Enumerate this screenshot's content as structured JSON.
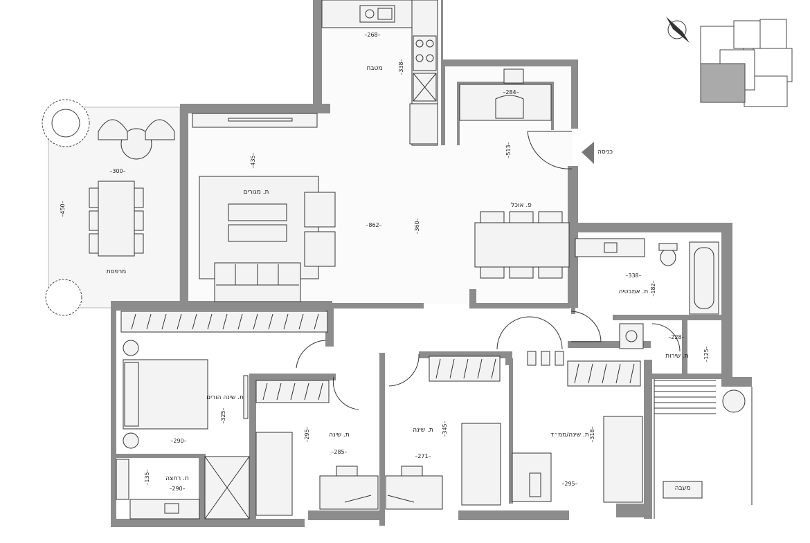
{
  "rooms": {
    "kitchen": "מטבח",
    "living": "ת. מגורים",
    "balcony": "מרפסת",
    "dining": "פ. אוכל",
    "bath": "ת. אמבטיה",
    "service": "ת. שירות",
    "master": "ת. שינה הורים",
    "shower": "ת. רחצה",
    "bedroom1": "ת. שינה",
    "bedroom2": "ת. שינה",
    "mamad": "ת. שינה/ממ״ד",
    "passage": "מעבה",
    "entrance": "כניסה"
  },
  "dims": {
    "kitchen_w": "268",
    "kitchen_h": "338",
    "entry_w": "284",
    "entry_h": "513",
    "balcony_w": "300",
    "balcony_h": "450",
    "living_top": "435",
    "living_len": "862",
    "living_h": "360",
    "bath_w": "338",
    "bath_h": "182",
    "service_w": "228",
    "service_h": "125",
    "master_w": "290",
    "master_h": "325",
    "shower_w": "290",
    "shower_h": "135",
    "bed1_h": "295",
    "bed1_w": "285",
    "bed2_h": "345",
    "bed2_w": "271",
    "mamad_h": "318",
    "mamad_w": "295"
  }
}
